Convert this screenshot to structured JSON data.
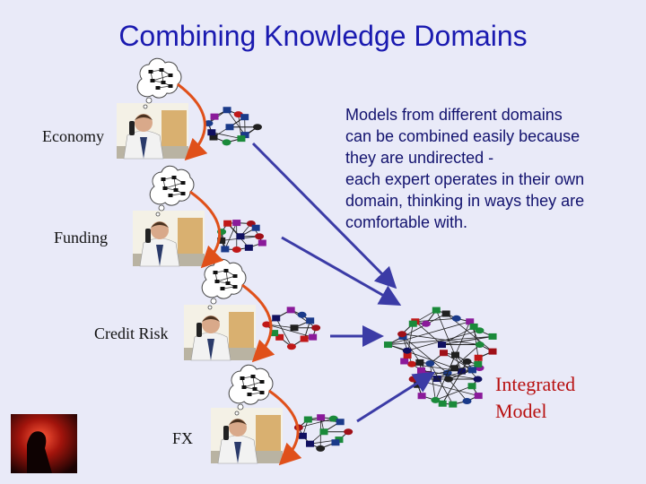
{
  "title": "Combining Knowledge Domains",
  "description_lines": [
    "Models from different domains",
    "can be combined easily because",
    "they are undirected -",
    "each expert operates in their own",
    "domain, thinking in ways they are",
    "comfortable with."
  ],
  "domains": [
    "Economy",
    "Funding",
    "Credit Risk",
    "FX"
  ],
  "integrated_label_lines": [
    "Integrated",
    "Model"
  ],
  "colors": {
    "background": "#e9eaf8",
    "title": "#1a1ab0",
    "description": "#12126e",
    "arrow_orange": "#e0501a",
    "arrow_blue": "#3b3ba6",
    "integrated_label": "#b81010"
  },
  "icons": [
    "expert-on-phone-icon",
    "thought-bubble-icon",
    "bayesian-network-icon",
    "nebula-image"
  ]
}
